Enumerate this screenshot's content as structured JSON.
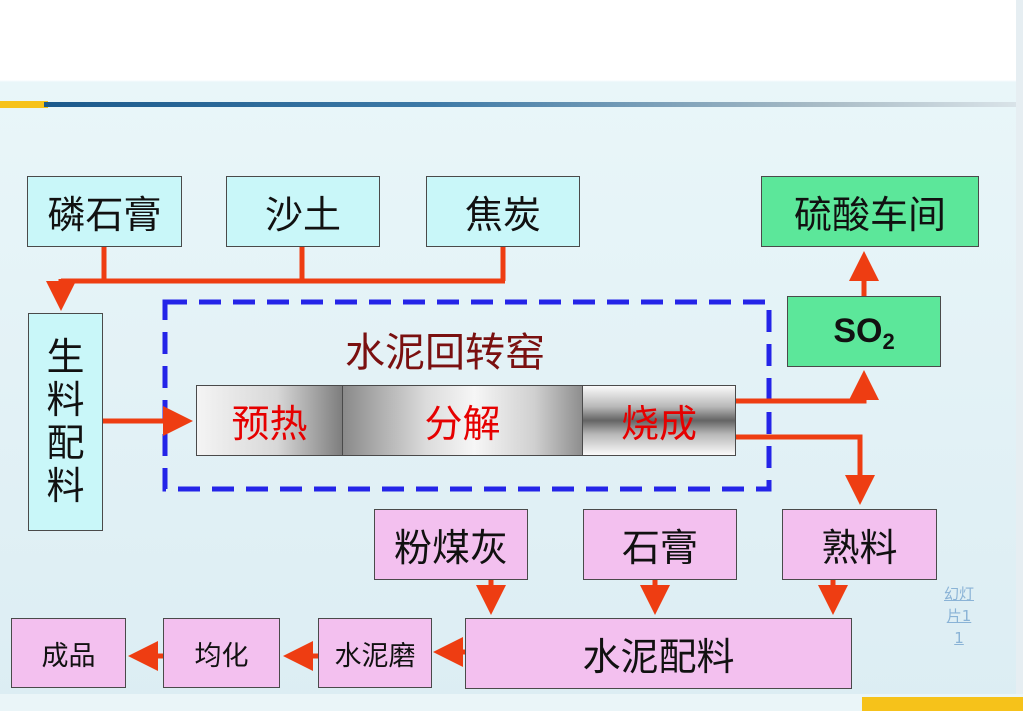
{
  "diagram": {
    "inputs": {
      "phosphogypsum": "磷石膏",
      "sand_soil": "沙土",
      "coke": "焦炭"
    },
    "raw_mix": [
      "生",
      "料",
      "配",
      "料"
    ],
    "kiln": {
      "title": "水泥回转窑",
      "stage_preheat": "预热",
      "stage_decompose": "分解",
      "stage_burn": "烧成"
    },
    "so2": {
      "main": "SO",
      "sub": "2"
    },
    "sulfuric_acid_workshop": "硫酸车间",
    "clinker": "熟料",
    "fly_ash": "粉煤灰",
    "gypsum": "石膏",
    "cement_mix": "水泥配料",
    "cement_mill": "水泥磨",
    "homogenize": "均化",
    "product": "成品"
  },
  "slide_number": "幻灯片11",
  "colors": {
    "arrow": "#ee3d12",
    "kiln_border": "#2424e8",
    "cyan_box": "#c9f7f9",
    "green_box": "#5ce79a",
    "pink_box": "#f3c0ef",
    "stage_text": "#e60000",
    "kiln_title": "#7a1010"
  }
}
